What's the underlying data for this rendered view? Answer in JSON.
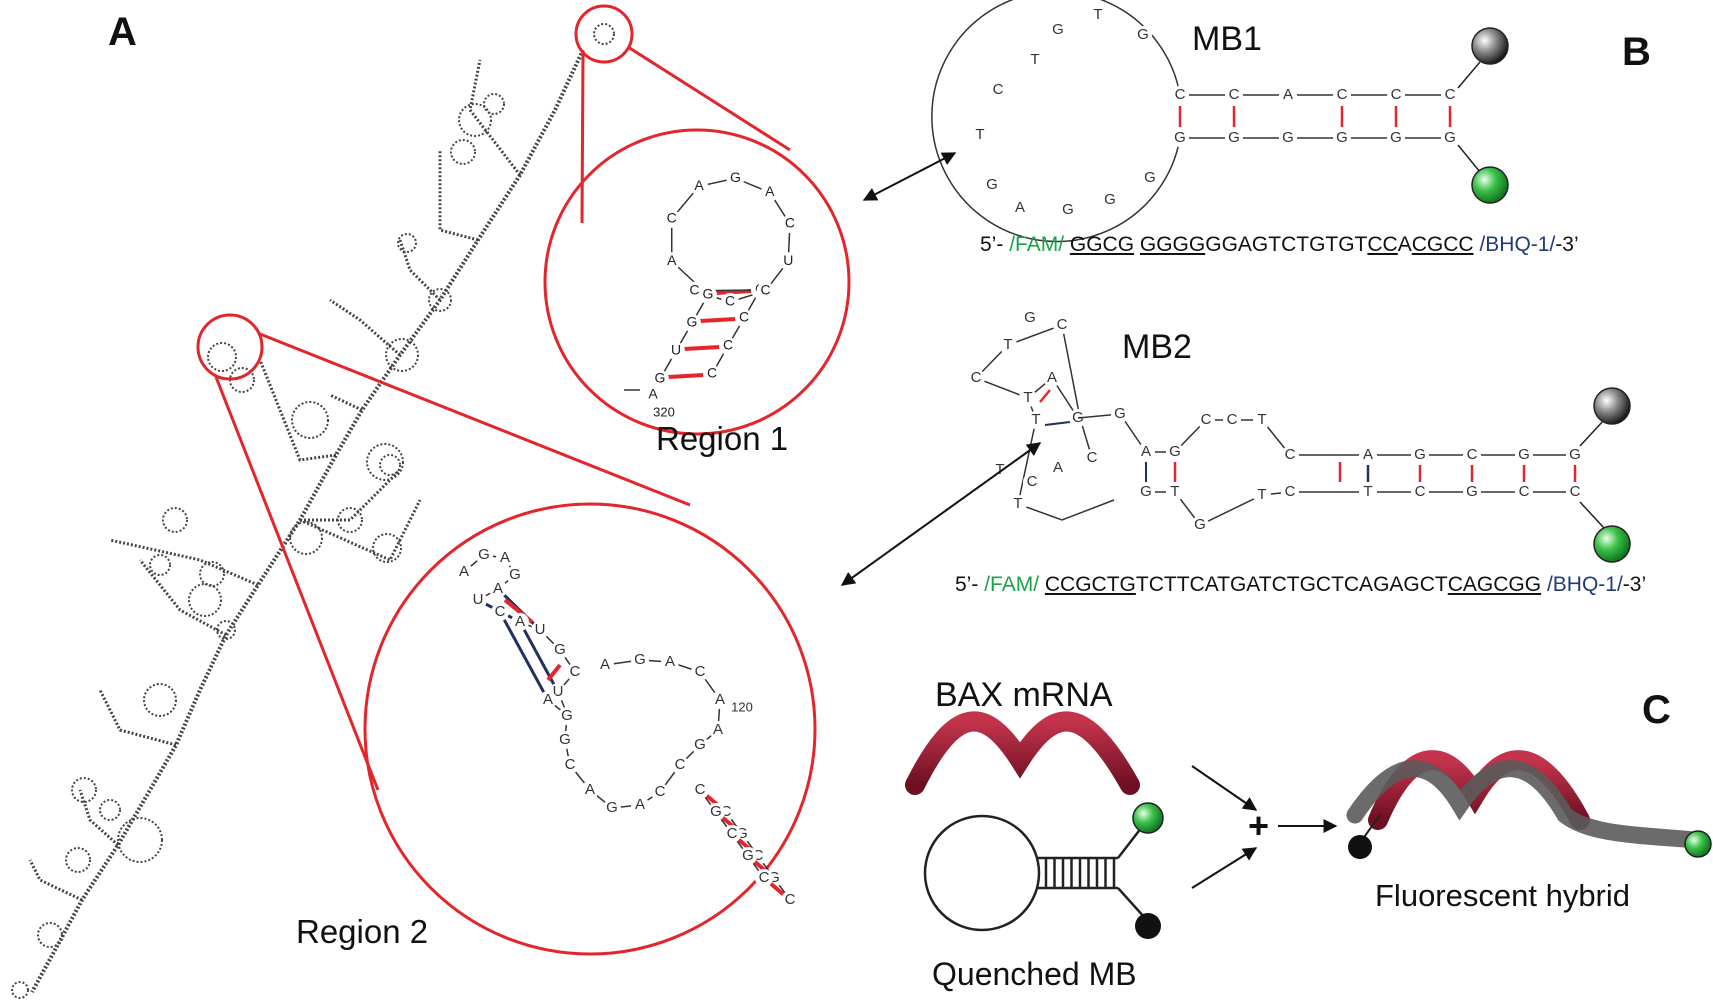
{
  "panels": {
    "a": "A",
    "b": "B",
    "c": "C"
  },
  "region1": {
    "label": "Region 1",
    "index": "320",
    "loop": [
      "A",
      "C",
      "A",
      "G",
      "A",
      "C",
      "U",
      "C",
      "C",
      "C"
    ],
    "stem5": [
      "G",
      "U",
      "G",
      "G"
    ],
    "stem3": [
      "C",
      "C",
      "C",
      "C"
    ],
    "tail": "A"
  },
  "region2": {
    "label": "Region 2",
    "index": "120",
    "hairpin": [
      "A",
      "G",
      "A",
      "G",
      "A",
      "U",
      "C",
      "A",
      "U",
      "G",
      "C",
      "U",
      "U",
      "A"
    ],
    "loop": [
      "A",
      "G",
      "A",
      "C",
      "A",
      "A",
      "G",
      "C",
      "C",
      "A",
      "G",
      "A",
      "C",
      "G",
      "G"
    ],
    "stem": [
      "C",
      "C",
      "G",
      "G",
      "C",
      "C",
      "G",
      "G",
      "C",
      "C"
    ]
  },
  "mb1": {
    "name": "MB1",
    "loop": [
      "G",
      "T",
      "G",
      "T",
      "C",
      "T",
      "G",
      "A",
      "G",
      "G",
      "G"
    ],
    "top": [
      "C",
      "C",
      "A",
      "C",
      "C",
      "C"
    ],
    "bottom": [
      "G",
      "G",
      "G",
      "G",
      "G",
      "G"
    ],
    "seq": {
      "prefix": "5’- ",
      "fam": "/FAM/",
      "s1": "GGCG",
      "s2": "GGGG",
      "s3": "GGAGTCTGTGT",
      "s4": "CC",
      "s5": "A",
      "s6": "CGCC",
      "bhq": "/BHQ-1/",
      "suffix": "-3’"
    }
  },
  "mb2": {
    "name": "MB2",
    "hairpin": [
      "C",
      "G",
      "T",
      "C",
      "T",
      "A",
      "G",
      "T",
      "C",
      "A",
      "C",
      "T",
      "T"
    ],
    "inner": [
      "A",
      "G",
      "C",
      "T",
      "C",
      "G",
      "T",
      "G",
      "C",
      "T",
      "G",
      "C"
    ],
    "top": [
      "A",
      "G",
      "C",
      "G",
      "G"
    ],
    "bottom": [
      "T",
      "C",
      "G",
      "C",
      "C"
    ],
    "seq": {
      "prefix": "5’- ",
      "fam": "/FAM/",
      "s1": "CCGCTG",
      "s2": "TCTTCATGATCTGCTCAGAGCT",
      "s3": "CAGCGG",
      "bhq": "/BHQ-1/",
      "suffix": "-3’"
    }
  },
  "panel_c": {
    "mrna": "BAX mRNA",
    "mb": "Quenched MB",
    "plus": "+",
    "hybrid": "Fluorescent hybrid"
  },
  "colors": {
    "red": "#e3262b",
    "fam": "#1aa34a",
    "bhq": "#1f3c78",
    "ribbon": "#9b1b32",
    "ribbon_dark": "#555555"
  }
}
